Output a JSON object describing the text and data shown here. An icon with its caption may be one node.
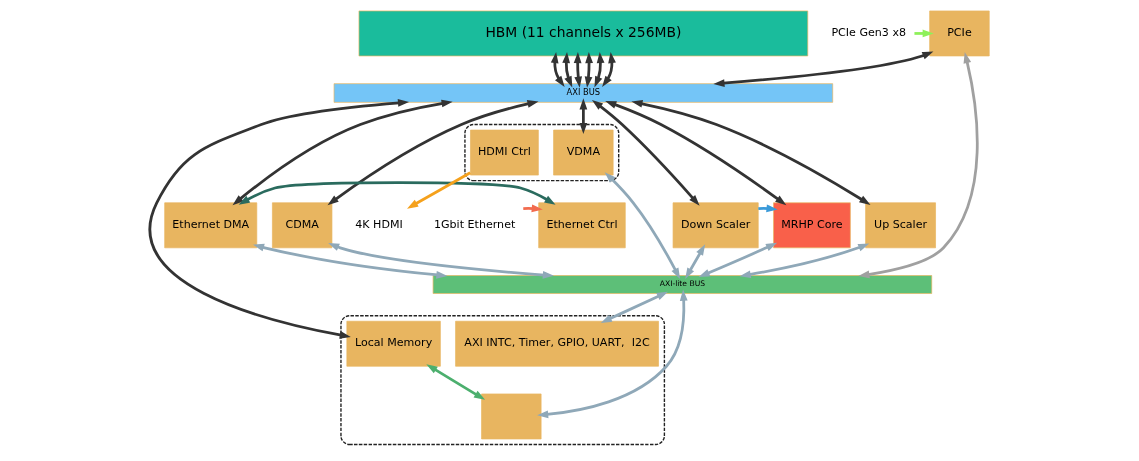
{
  "diagram": {
    "nodes": [
      {
        "text": [
          "HBM (11 channels x 256MB)"
        ]
      },
      {
        "text": [
          "PCIe"
        ]
      },
      {
        "text": [
          "AXI BUS"
        ]
      },
      {
        "text": [
          "Ethernet Ctrl"
        ]
      },
      {
        "text": [
          "Ethernet DMA"
        ]
      },
      {
        "text": [
          "CDMA"
        ]
      },
      {
        "text": [
          "Down Scaler"
        ]
      },
      {
        "text": [
          "MRHP Core"
        ]
      },
      {
        "text": [
          "Up Scaler"
        ]
      },
      {
        "text": [],
        "shape": "box"
      },
      {
        "text": [
          "VDMA"
        ],
        "in": 9
      },
      {
        "text": [
          "HDMI Ctrl"
        ],
        "in": 9
      },
      {
        "text": [
          "AXI-lite BUS"
        ]
      },
      {
        "text": [],
        "shape": "box"
      },
      {
        "text": [
          "Local Memory"
        ],
        "in": 13
      },
      {
        "text": [],
        "shape": "box",
        "in": 13
      },
      {
        "text": [
          "AXI INTC, Timer, GPIO, UART,  I2C"
        ],
        "in": 13
      },
      {
        "text": [
          "PCIe Gen3 x8"
        ]
      },
      {
        "text": [
          "1Gbit Ethernet"
        ]
      },
      {
        "text": [
          "4K HDMI"
        ]
      }
    ],
    "edges": [
      {
        "from": 17,
        "to": 1,
        "arrow": "to",
        "color": "#8ef05a"
      },
      {
        "from": 1,
        "to": 2,
        "arrow": "both"
      },
      {
        "from": 1,
        "to": 12,
        "arrow": "both",
        "color": "#a0a0a0"
      },
      {
        "from": 0,
        "to": 2,
        "arrow": "both"
      },
      {
        "from": 0,
        "to": 2,
        "arrow": "both"
      },
      {
        "from": 0,
        "to": 2,
        "arrow": "both"
      },
      {
        "from": 0,
        "to": 2,
        "arrow": "both"
      },
      {
        "from": 0,
        "to": 2,
        "arrow": "both"
      },
      {
        "from": 0,
        "to": 2,
        "arrow": "both"
      },
      {
        "from": 2,
        "to": 4,
        "arrow": "both"
      },
      {
        "from": 2,
        "to": 5,
        "arrow": "both"
      },
      {
        "from": 2,
        "to": 14,
        "arrow": "both"
      },
      {
        "from": 2,
        "to": 6,
        "arrow": "both"
      },
      {
        "from": 2,
        "to": 7,
        "arrow": "both"
      },
      {
        "from": 2,
        "to": 8,
        "arrow": "both"
      },
      {
        "from": 2,
        "to": 10,
        "arrow": "both"
      },
      {
        "from": 18,
        "to": 3,
        "arrow": "to",
        "color": "#f26b4f"
      },
      {
        "from": 3,
        "to": 4,
        "arrow": "both",
        "color": "#2a6b5e"
      },
      {
        "from": 6,
        "to": 7,
        "arrow": "to",
        "color": "#3a9ad9"
      },
      {
        "from": 11,
        "to": 19,
        "arrow": "to",
        "color": "#f5a11c"
      },
      {
        "from": 4,
        "to": 12,
        "arrow": "both",
        "color": "#8fa8b8"
      },
      {
        "from": 5,
        "to": 12,
        "arrow": "both",
        "color": "#8fa8b8"
      },
      {
        "from": 6,
        "to": 12,
        "arrow": "both",
        "color": "#8fa8b8"
      },
      {
        "from": 7,
        "to": 12,
        "arrow": "both",
        "color": "#8fa8b8"
      },
      {
        "from": 8,
        "to": 12,
        "arrow": "both",
        "color": "#8fa8b8"
      },
      {
        "from": 10,
        "to": 12,
        "arrow": "both",
        "color": "#8fa8b8"
      },
      {
        "from": 12,
        "to": 15,
        "arrow": "both",
        "color": "#8fa8b8"
      },
      {
        "from": 12,
        "to": 16,
        "arrow": "both",
        "color": "#8fa8b8"
      },
      {
        "from": 14,
        "to": 15,
        "arrow": "both",
        "color": "#4caf6e"
      }
    ]
  }
}
